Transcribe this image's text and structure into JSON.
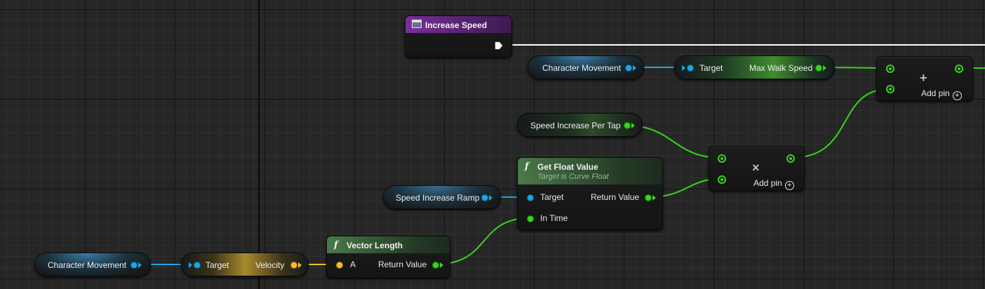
{
  "event_node": {
    "title": "Increase Speed",
    "header_color": "#6b2a8a",
    "icon": "event-icon"
  },
  "nodes": {
    "char_movement_top": {
      "label": "Character Movement"
    },
    "get_max_walk_speed": {
      "target_label": "Target",
      "output_label": "Max Walk Speed"
    },
    "add_top": {
      "symbol": "+",
      "add_pin_label": "Add pin"
    },
    "speed_increase_per_tap": {
      "label": "Speed Increase Per Tap"
    },
    "multiply": {
      "symbol": "×",
      "add_pin_label": "Add pin"
    },
    "get_float_value": {
      "title": "Get Float Value",
      "subtitle": "Target is Curve Float",
      "target_label": "Target",
      "return_label": "Return Value",
      "in_time_label": "In Time",
      "icon": "function-icon"
    },
    "speed_increase_ramp": {
      "label": "Speed Increase Ramp"
    },
    "char_movement_bottom": {
      "label": "Character Movement"
    },
    "get_velocity": {
      "target_label": "Target",
      "output_label": "Velocity"
    },
    "vector_length": {
      "title": "Vector Length",
      "a_label": "A",
      "return_label": "Return Value",
      "icon": "function-icon"
    }
  },
  "colors": {
    "object_pin": "#1ca5e8",
    "float_pin": "#35d61a",
    "vector_pin": "#f7bd24",
    "exec_wire": "#ffffff",
    "function_header": "#3b5a3b",
    "event_header": "#6b2a8a"
  }
}
